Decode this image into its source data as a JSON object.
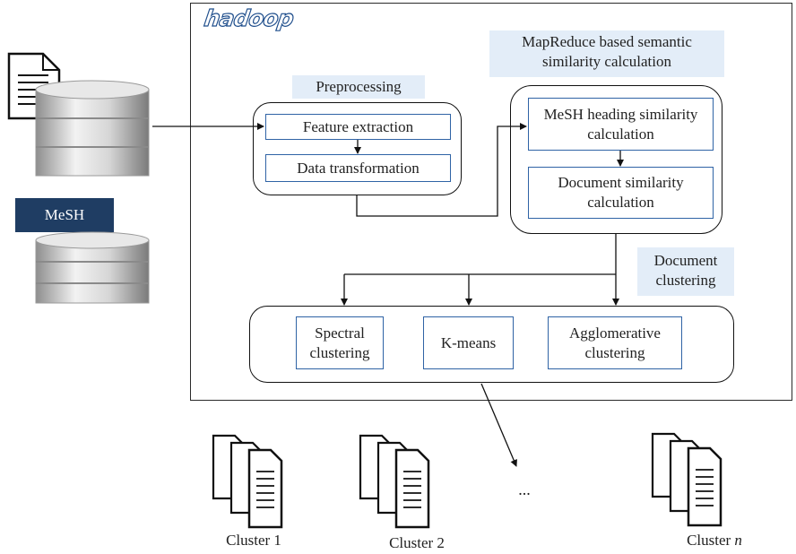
{
  "logo": {
    "text": "hadoop"
  },
  "sections": {
    "preprocessing": "Preprocessing",
    "semantic": "MapReduce based semantic similarity calculation",
    "clustering": "Document clustering"
  },
  "preprocessing_steps": [
    "Feature extraction",
    "Data transformation"
  ],
  "similarity_steps": [
    "MeSH heading similarity calculation",
    "Document similarity calculation"
  ],
  "clustering_methods": [
    "Spectral clustering",
    "K-means",
    "Agglomerative clustering"
  ],
  "mesh_label": "MeSH",
  "ellipsis": "...",
  "clusters": [
    {
      "prefix": "Cluster",
      "suffix": "1"
    },
    {
      "prefix": "Cluster",
      "suffix": "2"
    },
    {
      "prefix": "Cluster",
      "suffix": "n"
    }
  ]
}
